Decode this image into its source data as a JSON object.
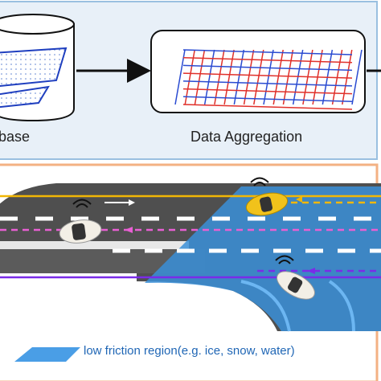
{
  "top_panel": {
    "database_label": "base",
    "aggregation_label": "Data Aggregation"
  },
  "legend": {
    "text": "low friction region(e.g. ice, snow, water)",
    "color": "#4a9ee6"
  },
  "colors": {
    "top_panel_bg": "#e8f0f8",
    "top_panel_border": "#9ac0e0",
    "bottom_panel_border": "#f3b183",
    "road": "#4f4f4f",
    "low_friction": "#3a8fd8",
    "grid_red": "#e0302a",
    "grid_blue": "#2a4bd1",
    "lane_yellow": "#f2b705",
    "lane_pink": "#e85fd3",
    "lane_purple": "#7a2be8",
    "car_yellow": "#f1c21b",
    "car_white": "#f3efe6"
  },
  "icons": [
    "database-icon",
    "map-grid-icon",
    "wifi-signal-icon",
    "car-icon",
    "arrow-icon"
  ]
}
